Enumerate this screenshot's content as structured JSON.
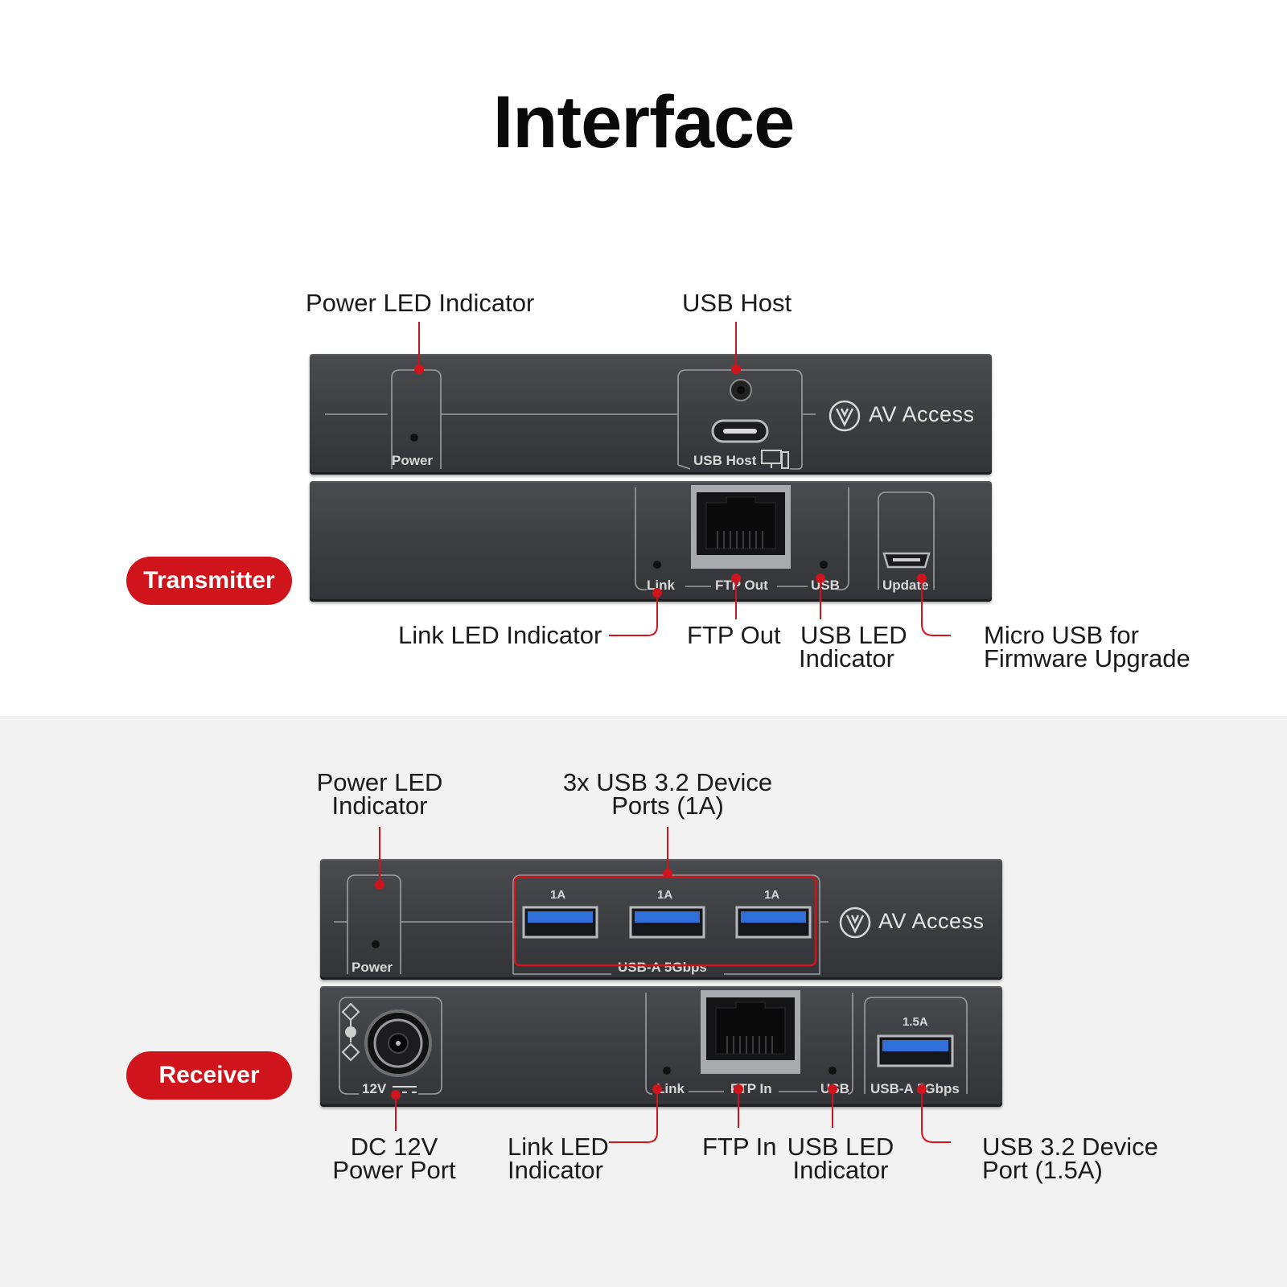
{
  "title": "Interface",
  "brand_name": "AV Access",
  "colors": {
    "accent": "#d0141b",
    "panel": "#3d3e42",
    "usb_blue": "#2f6fd8",
    "lower_background": "#f2f2f2"
  },
  "transmitter": {
    "badge": "Transmitter",
    "silkscreen": {
      "power": "Power",
      "usb_host": "USB Host",
      "link": "Link",
      "ftp_out": "FTP Out",
      "usb": "USB",
      "update": "Update"
    },
    "callouts": {
      "power_led": "Power LED Indicator",
      "usb_host": "USB Host",
      "link_led": "Link LED Indicator",
      "ftp_out": "FTP Out",
      "usb_led_1": "USB LED",
      "usb_led_2": "Indicator",
      "micro_usb_1": "Micro USB for",
      "micro_usb_2": "Firmware Upgrade"
    },
    "icons": [
      "usb-c-port-icon",
      "led-icon",
      "monitor-icon",
      "rj45-port-icon",
      "micro-usb-port-icon",
      "av-access-logo-icon"
    ]
  },
  "receiver": {
    "badge": "Receiver",
    "silkscreen": {
      "power": "Power",
      "port_1": "1A",
      "port_2": "1A",
      "port_3": "1A",
      "usb_a_group": "USB-A 5Gbps",
      "dc": "12V",
      "link": "Link",
      "ftp_in": "FTP In",
      "usb": "USB",
      "port_15": "1.5A",
      "usb_a_single": "USB-A 5Gbps"
    },
    "callouts": {
      "power_led_1": "Power LED",
      "power_led_2": "Indicator",
      "usb_ports_1": "3x USB 3.2 Device",
      "usb_ports_2": "Ports (1A)",
      "dc_1": "DC 12V",
      "dc_2": "Power Port",
      "link_led_1": "Link LED",
      "link_led_2": "Indicator",
      "ftp_in": "FTP In",
      "usb_led_1": "USB LED",
      "usb_led_2": "Indicator",
      "usb_port_1": "USB 3.2 Device",
      "usb_port_2": "Port (1.5A)"
    },
    "icons": [
      "usb-a-port-icon",
      "dc-jack-icon",
      "polarity-icon",
      "rj45-port-icon",
      "av-access-logo-icon"
    ]
  }
}
